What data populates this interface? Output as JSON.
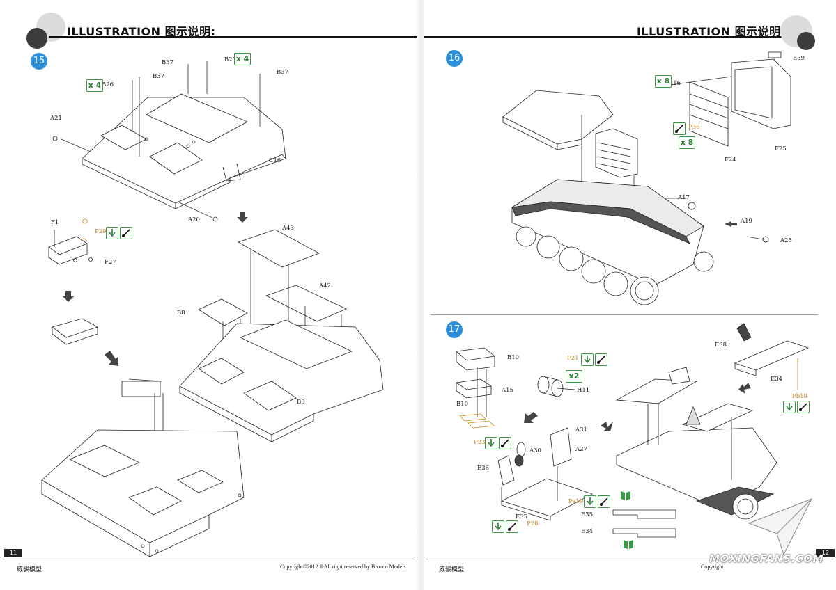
{
  "header": {
    "left_title": "ILLUSTRATION 图示说明:",
    "right_title": "ILLUSTRATION 图示说明:"
  },
  "steps": [
    {
      "number": "15"
    },
    {
      "number": "16"
    },
    {
      "number": "17"
    }
  ],
  "step15": {
    "parts": [
      "B37",
      "B27",
      "B37",
      "B26",
      "B37",
      "A21",
      "C16",
      "A20",
      "F1",
      "P29",
      "F27",
      "A43",
      "A42",
      "B8",
      "B8"
    ],
    "qty_b27": "x 4",
    "qty_b26": "x 4"
  },
  "step16": {
    "parts": [
      "E39",
      "E16",
      "P36",
      "F24",
      "F25",
      "A17",
      "A19",
      "A25"
    ],
    "qty_e16": "x 8",
    "qty_p36": "x 8"
  },
  "step17": {
    "parts": [
      "B10",
      "B10",
      "A15",
      "P21",
      "H11",
      "P23",
      "A31",
      "A30",
      "A27",
      "E36",
      "Pa19",
      "E35",
      "P28",
      "E35",
      "E34",
      "E38",
      "E34",
      "Pb19"
    ],
    "qty_h11": "x2"
  },
  "footer": {
    "left_page_number": "11",
    "right_page_number": "12",
    "left_brand": "威骏模型",
    "right_brand": "威骏模型",
    "left_copyright": "Copyright©2012  ®All right reserved by Bronco Models",
    "right_copyright": "Copyright"
  },
  "watermark": "MOXINGFANS.COM",
  "colors": {
    "step_badge": "#2a8fd8",
    "icon_green": "#3a9a44",
    "photo_etch_orange": "#c88a1c",
    "header_circle_dark": "#3c3c3c",
    "header_circle_light": "#dcdcdc"
  }
}
